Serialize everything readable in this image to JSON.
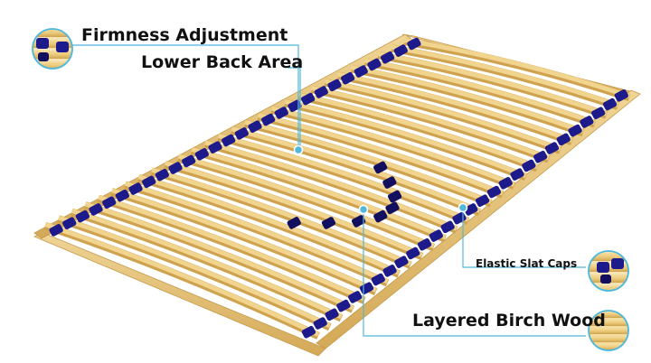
{
  "labels": {
    "firmness": "Firmness Adjustment",
    "lower_back": "Lower Back Area",
    "elastic_caps": "Elastic Slat Caps",
    "birch_wood": "Layered Birch Wood"
  },
  "colors": {
    "wood": "#e9c776",
    "wood_dark": "#cfa24f",
    "wood_light": "#f6dea2",
    "cap": "#1d1a8c",
    "cap_dark": "#120f5e",
    "callout": "#4fb8dd"
  },
  "slat_count": 28
}
